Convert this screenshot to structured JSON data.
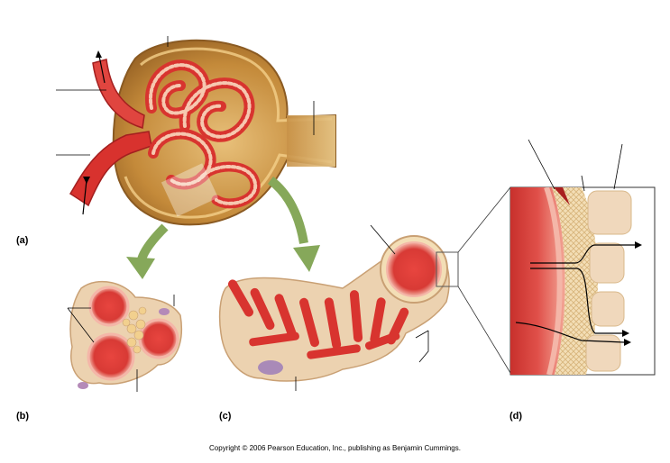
{
  "panels": {
    "a": "(a)",
    "b": "(b)",
    "c": "(c)",
    "d": "(d)"
  },
  "copyright": "Copyright © 2006 Pearson Education, Inc., publishing as Benjamin Cummings.",
  "colors": {
    "capsule": "#c48a3a",
    "capsule_inner": "#e2b46a",
    "vessel": "#e0403a",
    "vessel_dark": "#b0262a",
    "podocyte": "#f2d7b4",
    "green_arrow": "#86a85a",
    "cell_tan": "#ecd2b0"
  }
}
